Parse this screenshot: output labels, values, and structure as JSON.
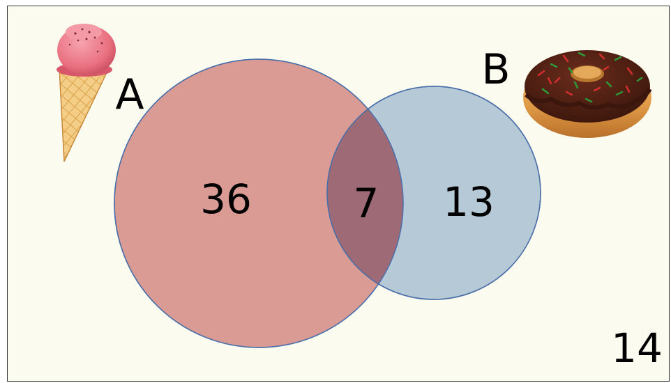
{
  "venn": {
    "set_a": {
      "label": "A",
      "icon": "ice-cream-cone-icon",
      "color": "#d38a84"
    },
    "set_b": {
      "label": "B",
      "icon": "chocolate-donut-icon",
      "color": "#a9bfd2"
    },
    "overlap_color": "#9e6a76",
    "outline_color": "#4a6fa8",
    "counts": {
      "only_a": "36",
      "both": "7",
      "only_b": "13",
      "neither": "14"
    }
  }
}
